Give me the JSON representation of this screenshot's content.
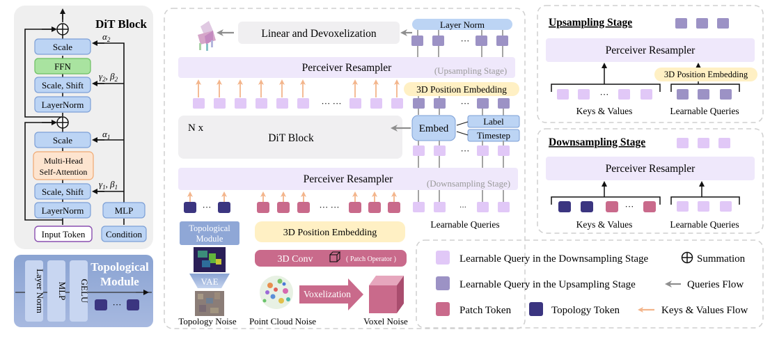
{
  "dit_block": {
    "title": "DiT Block",
    "scale_top": "Scale",
    "ffn": "FFN",
    "scale_shift_top": "Scale, Shift",
    "layernorm_top": "LayerNorm",
    "scale_mid": "Scale",
    "mhsa_line1": "Multi-Head",
    "mhsa_line2": "Self-Attention",
    "scale_shift_bottom": "Scale, Shift",
    "layernorm_bottom": "LayerNorm",
    "mlp": "MLP",
    "input_token": "Input Token",
    "condition": "Condition",
    "alpha2": "α",
    "alpha2_sub": "2",
    "gamma2_beta2": "γ",
    "gamma2_sub": "2",
    "beta2": ", β",
    "beta2_sub": "2",
    "alpha1": "α",
    "alpha1_sub": "1",
    "gamma1": "γ",
    "gamma1_sub": "1",
    "beta1": ", β",
    "beta1_sub": "1"
  },
  "topological_module": {
    "title_line1": "Topological",
    "title_line2": "Module",
    "layer_norm": "Layer Norm",
    "mlp": "MLP",
    "gelu": "GELU",
    "ellipsis": "···"
  },
  "center": {
    "linear_devox": "Linear and Devoxelization",
    "layer_norm": "Layer Norm",
    "perceiver_up": "Perceiver Resampler",
    "upsampling_stage": "(Upsampling Stage)",
    "pos_embed_top": "3D Position Embedding",
    "nx": "N x",
    "dit_block": "DiT Block",
    "embed": "Embed",
    "label": "Label",
    "timestep": "Timestep",
    "perceiver_down": "Perceiver Resampler",
    "downsampling_stage": "(Downsampling Stage)",
    "topo_module_line1": "Topological",
    "topo_module_line2": "Module",
    "vae": "VAE",
    "topology_noise": "Topology Noise",
    "pos_embed_bottom": "3D Position Embedding",
    "conv3d": "3D Conv",
    "patch_operator": "( Patch Operator )",
    "voxelization": "Voxelization",
    "point_cloud_noise": "Point Cloud Noise",
    "voxel_noise": "Voxel Noise",
    "learnable_queries": "Learnable Queries",
    "ellipsis": "···",
    "ellipsis_double": "··· ···"
  },
  "upsampling": {
    "title": "Upsampling Stage",
    "resampler": "Perceiver Resampler",
    "pos_embed": "3D Position Embedding",
    "keys_values": "Keys & Values",
    "learnable_queries": "Learnable Queries",
    "ellipsis": "···"
  },
  "downsampling": {
    "title": "Downsampling Stage",
    "resampler": "Perceiver Resampler",
    "keys_values": "Keys & Values",
    "learnable_queries": "Learnable Queries",
    "ellipsis": "···"
  },
  "legend": {
    "lq_down": "Learnable Query in the Downsampling Stage",
    "summation": "Summation",
    "lq_up": "Learnable Query in the Upsampling Stage",
    "queries_flow": "Queries Flow",
    "patch_token": "Patch Token",
    "topology_token": "Topology Token",
    "kv_flow": "Keys & Values Flow"
  },
  "colors": {
    "lq_down": "#e1c8f7",
    "lq_up": "#9c92c5",
    "patch": "#c96a8b",
    "topology": "#3b3580",
    "blue_box": "#bcd4f4",
    "blue_border": "#7c9fd6",
    "green": "#a9e3a0",
    "peach": "#fde4cf",
    "resampler_bg": "#efe8fb",
    "pos_embed": "#fff0c4",
    "kv_arrow": "#f3b58b"
  }
}
